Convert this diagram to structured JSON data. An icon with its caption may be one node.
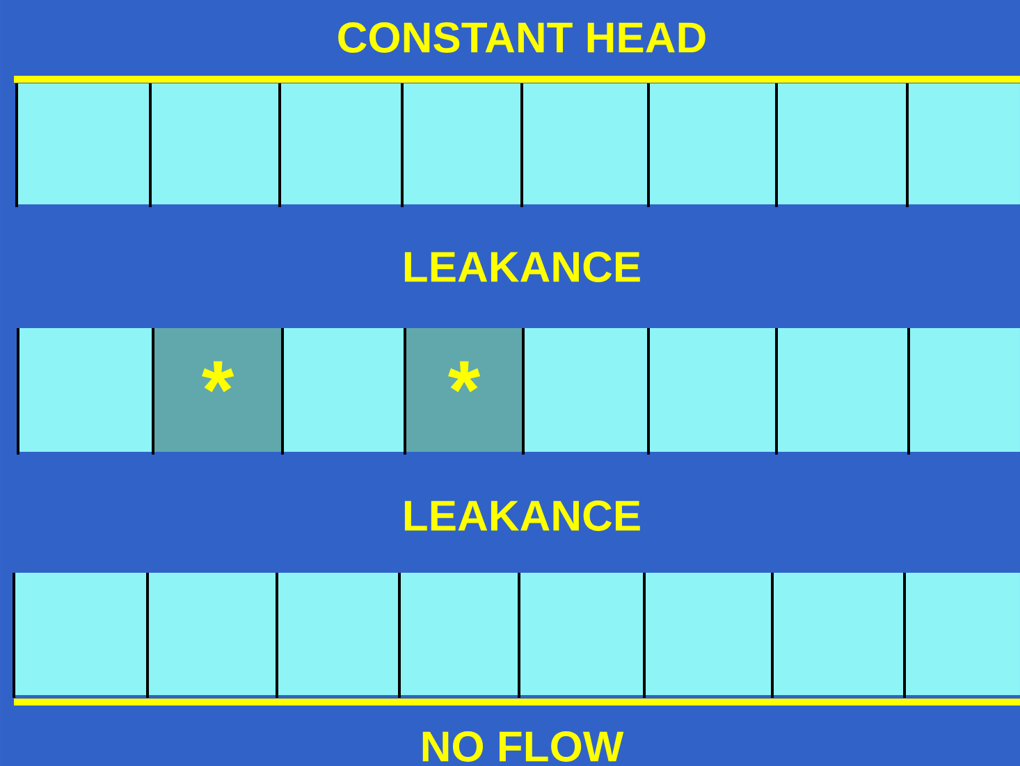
{
  "diagram": {
    "nodes": [
      {
        "text": [],
        "shape": "box"
      },
      {
        "text": [],
        "shape": "box"
      },
      {
        "text": [],
        "shape": "box"
      },
      {
        "text": [],
        "shape": "box"
      },
      {
        "text": [],
        "shape": "box"
      },
      {
        "text": [],
        "shape": "box"
      },
      {
        "text": [],
        "shape": "box"
      },
      {
        "text": [],
        "shape": "box"
      },
      {
        "text": [],
        "shape": "box"
      },
      {
        "text": [
          "*"
        ]
      },
      {
        "text": [],
        "shape": "box"
      },
      {
        "text": [
          "*"
        ]
      },
      {
        "text": [],
        "shape": "box"
      },
      {
        "text": [],
        "shape": "box"
      },
      {
        "text": [],
        "shape": "box"
      },
      {
        "text": [],
        "shape": "box"
      },
      {
        "text": [],
        "shape": "box"
      },
      {
        "text": [],
        "shape": "box"
      },
      {
        "text": [],
        "shape": "box"
      },
      {
        "text": [],
        "shape": "box"
      },
      {
        "text": [],
        "shape": "box"
      },
      {
        "text": [],
        "shape": "box"
      },
      {
        "text": [],
        "shape": "box"
      },
      {
        "text": [],
        "shape": "box"
      }
    ],
    "labels": [
      "CONSTANT HEAD",
      "LEAKANCE",
      "LEAKANCE",
      "NO FLOW"
    ]
  }
}
